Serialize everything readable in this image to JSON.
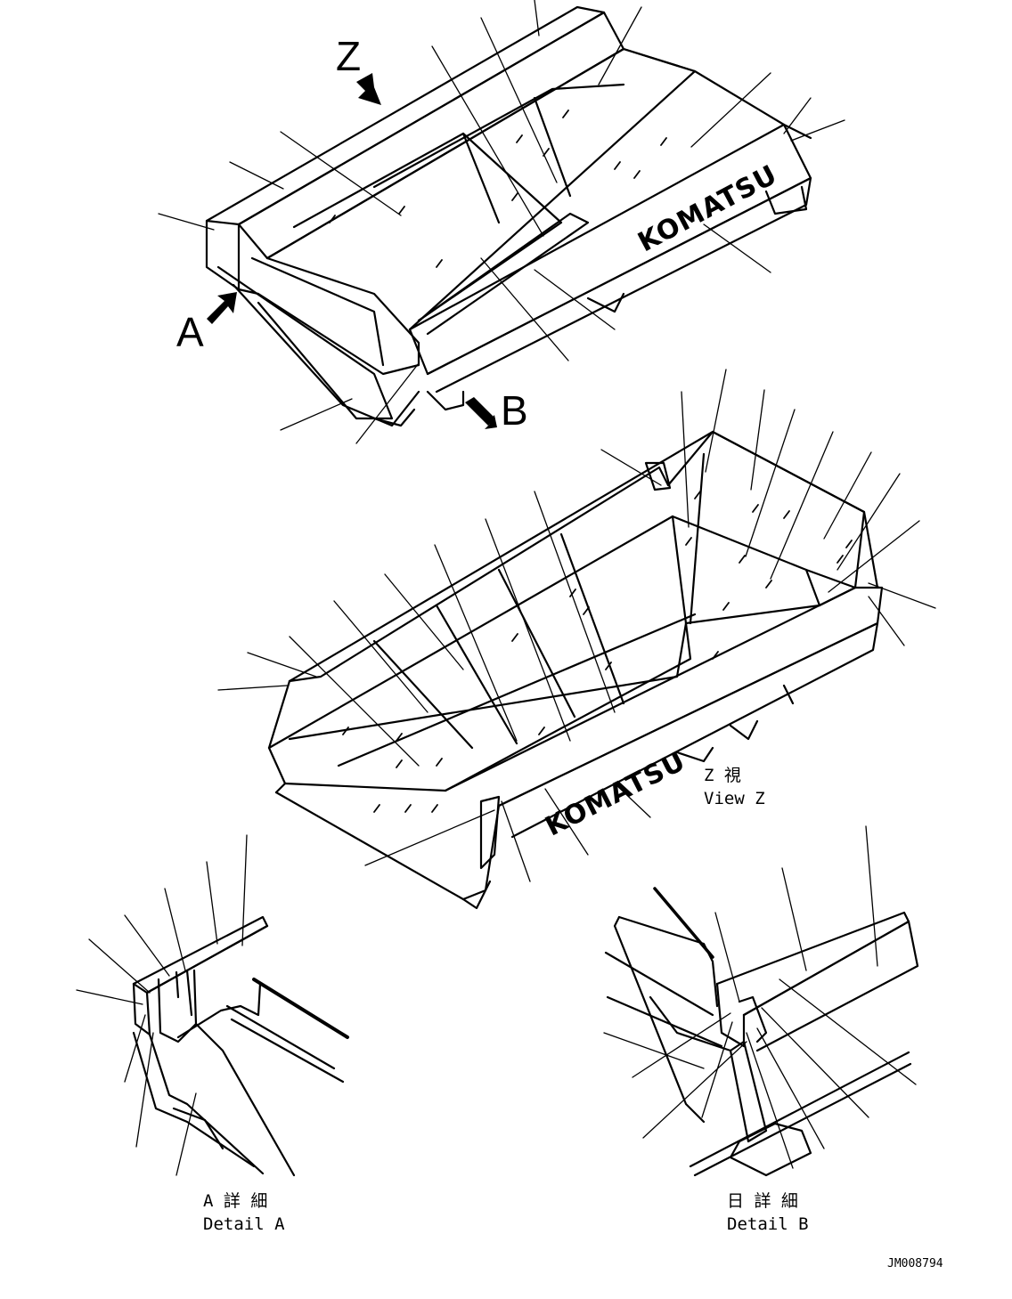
{
  "view_markers": {
    "z": "Z",
    "a": "A",
    "b": "B"
  },
  "brand": {
    "top": "KOMATSU",
    "middle": "KOMATSU"
  },
  "captions": {
    "view_z_jp": "Z 視",
    "view_z_en": "View Z",
    "detail_a_jp": "A 詳 細",
    "detail_a_en": "Detail A",
    "detail_b_jp": "日 詳 細",
    "detail_b_en": "Detail B"
  },
  "drawing_id": "JM008794",
  "colors": {
    "line": "#000000",
    "background": "#ffffff"
  }
}
